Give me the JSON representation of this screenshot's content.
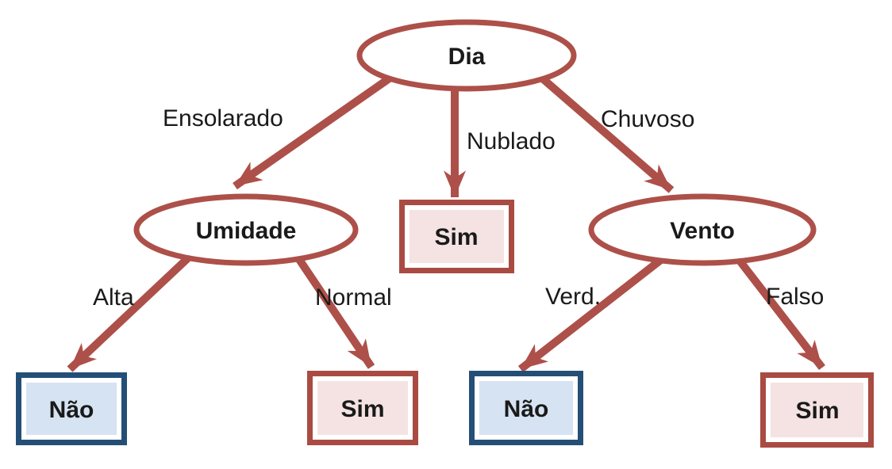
{
  "diagram": {
    "type": "decision-tree",
    "language": "pt-BR",
    "colors": {
      "background": "#FFFFFF",
      "arrow": "#AD5049",
      "node_stroke_red": "#AD5049",
      "leaf_yes_border": "#A94B43",
      "leaf_yes_fill": "#F4E3E2",
      "leaf_no_border": "#234F77",
      "leaf_no_fill": "#D6E3F2",
      "text": "#1A1A1A"
    },
    "nodes": {
      "root": {
        "label": "Dia",
        "kind": "decision"
      },
      "humidity": {
        "label": "Umidade",
        "kind": "decision"
      },
      "wind": {
        "label": "Vento",
        "kind": "decision"
      },
      "leaf_overcast": {
        "label": "Sim",
        "kind": "leaf-yes"
      },
      "leaf_humidity_high": {
        "label": "Não",
        "kind": "leaf-no"
      },
      "leaf_humidity_normal": {
        "label": "Sim",
        "kind": "leaf-yes"
      },
      "leaf_wind_true": {
        "label": "Não",
        "kind": "leaf-no"
      },
      "leaf_wind_false": {
        "label": "Sim",
        "kind": "leaf-yes"
      }
    },
    "edges": {
      "sunny": {
        "from": "Dia",
        "to": "Umidade",
        "label": "Ensolarado"
      },
      "overcast": {
        "from": "Dia",
        "to": "Sim",
        "label": "Nublado"
      },
      "rainy": {
        "from": "Dia",
        "to": "Vento",
        "label": "Chuvoso"
      },
      "humidity_high": {
        "from": "Umidade",
        "to": "Não",
        "label": "Alta"
      },
      "humidity_normal": {
        "from": "Umidade",
        "to": "Sim",
        "label": "Normal"
      },
      "wind_true": {
        "from": "Vento",
        "to": "Não",
        "label": "Verd."
      },
      "wind_false": {
        "from": "Vento",
        "to": "Sim",
        "label": "Falso"
      }
    }
  }
}
